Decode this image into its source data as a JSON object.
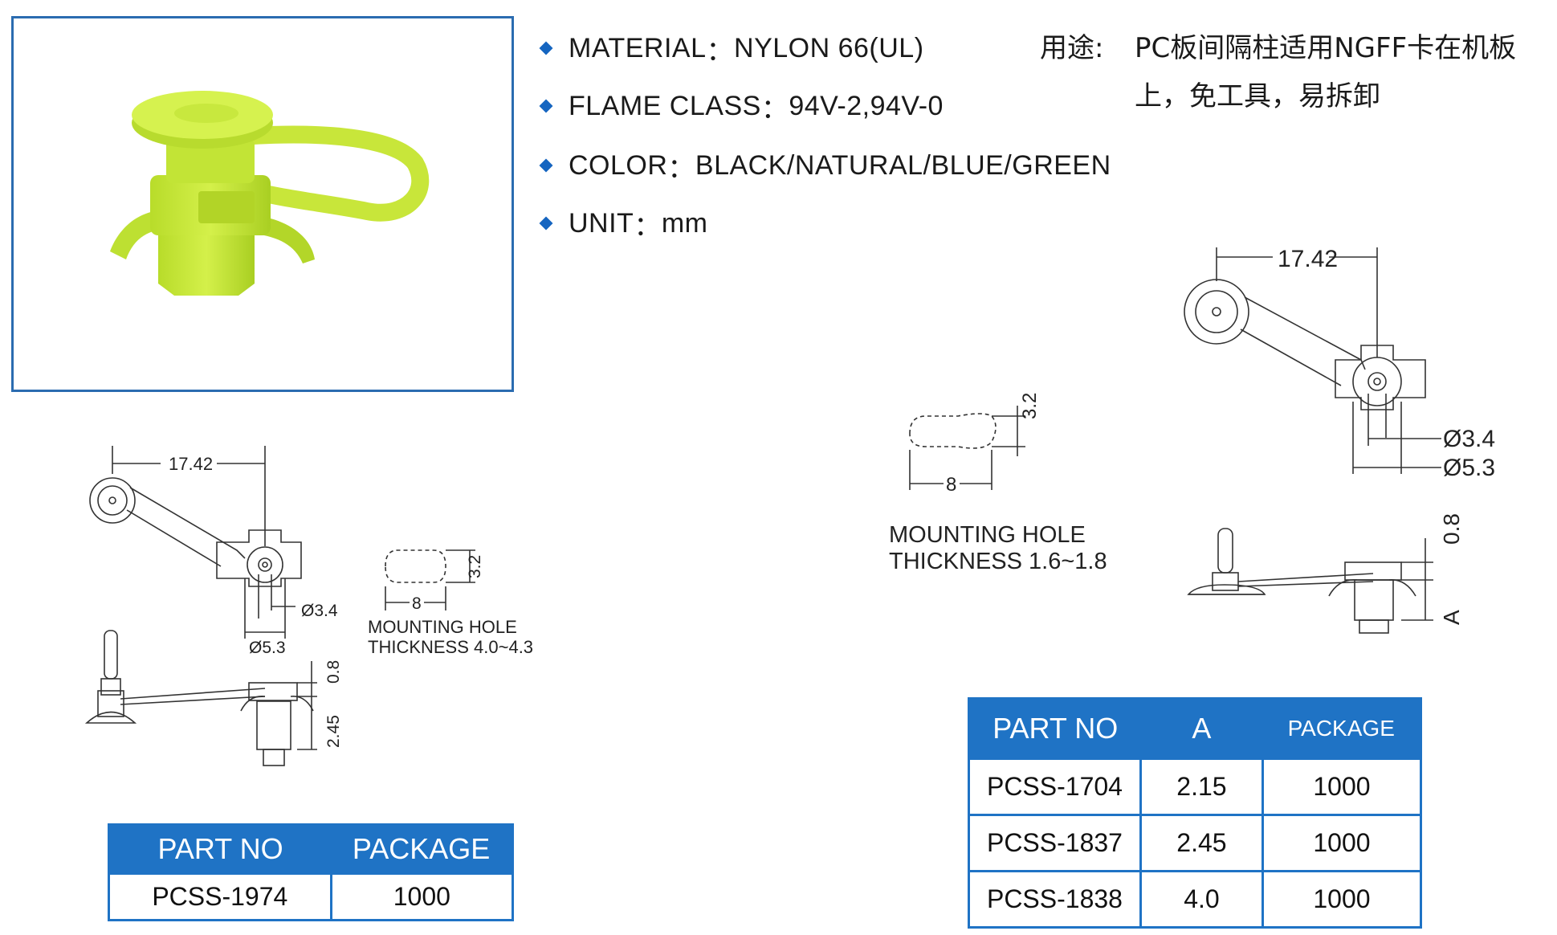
{
  "specs": [
    {
      "label": "MATERIAL",
      "sep": "：",
      "value": "NYLON 66(UL)"
    },
    {
      "label": "FLAME CLASS",
      "sep": "：",
      "value": "94V-2,94V-0"
    },
    {
      "label": "COLOR",
      "sep": "：",
      "value": "BLACK/NATURAL/BLUE/GREEN"
    },
    {
      "label": "UNIT",
      "sep": "：",
      "value": "mm"
    }
  ],
  "usage": {
    "label": "用途:",
    "text": "PC板间隔柱适用NGFF卡在机板上，免工具，易拆卸"
  },
  "left_drawing": {
    "dim_length": "17.42",
    "dim_inner_dia": "Ø3.4",
    "dim_outer_dia": "Ø5.3",
    "hole_height": "3.2",
    "hole_width": "8",
    "mounting_hole": "MOUNTING HOLE",
    "thickness": "THICKNESS 4.0~4.3",
    "dim_flange": "0.8",
    "dim_a": "2.45"
  },
  "right_drawing": {
    "dim_length": "17.42",
    "dim_inner_dia": "Ø3.4",
    "dim_outer_dia": "Ø5.3",
    "hole_height": "3.2",
    "hole_width": "8",
    "mounting_hole": "MOUNTING HOLE",
    "thickness": "THICKNESS 1.6~1.8",
    "dim_flange": "0.8",
    "dim_a": "A"
  },
  "table_left": {
    "headers": [
      "PART NO",
      "PACKAGE"
    ],
    "rows": [
      [
        "PCSS-1974",
        "1000"
      ]
    ]
  },
  "table_right": {
    "headers": [
      "PART NO",
      "A",
      "PACKAGE"
    ],
    "rows": [
      [
        "PCSS-1704",
        "2.15",
        "1000"
      ],
      [
        "PCSS-1837",
        "2.45",
        "1000"
      ],
      [
        "PCSS-1838",
        "4.0",
        "1000"
      ]
    ]
  },
  "colors": {
    "accent_blue": "#1f73c5",
    "frame_blue": "#2b6cb0",
    "product_green": "#c6e83a"
  }
}
